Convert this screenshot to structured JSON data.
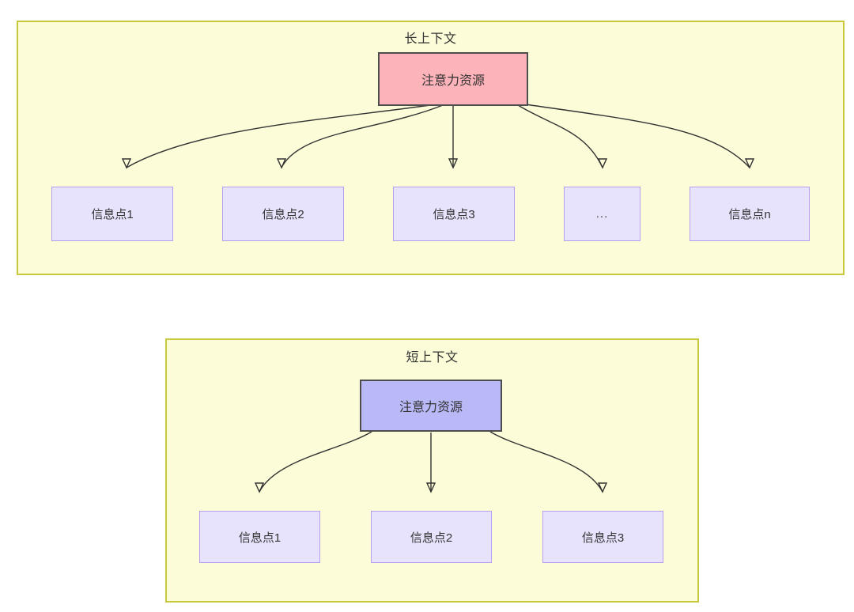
{
  "diagram": {
    "type": "flowchart",
    "description": "Two comparison panels showing attention resource distribution across information points",
    "colors": {
      "panel_background": "#fcfcd9",
      "panel_border": "#c8c83c",
      "root_long_fill": "#fcb3b9",
      "root_short_fill": "#b9b9f7",
      "root_border": "#4d4d4d",
      "leaf_fill": "#e7e3fd",
      "leaf_border": "#b79df0",
      "edge_stroke": "#333333",
      "text": "#333333"
    },
    "panels": [
      {
        "id": "long-context",
        "title": "长上下文",
        "root": {
          "label": "注意力资源"
        },
        "leaves": [
          {
            "label": "信息点1"
          },
          {
            "label": "信息点2"
          },
          {
            "label": "信息点3"
          },
          {
            "label": "..."
          },
          {
            "label": "信息点n"
          }
        ]
      },
      {
        "id": "short-context",
        "title": "短上下文",
        "root": {
          "label": "注意力资源"
        },
        "leaves": [
          {
            "label": "信息点1"
          },
          {
            "label": "信息点2"
          },
          {
            "label": "信息点3"
          }
        ]
      }
    ]
  }
}
